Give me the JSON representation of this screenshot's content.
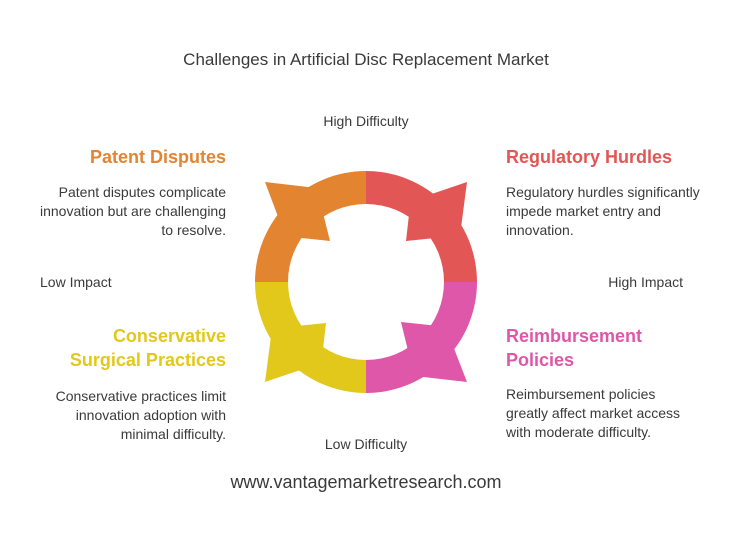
{
  "title": "Challenges in Artificial Disc Replacement Market",
  "axes": {
    "top": "High Difficulty",
    "bottom": "Low Difficulty",
    "left": "Low Impact",
    "right": "High Impact"
  },
  "quadrants": {
    "top_left": {
      "heading": "Patent Disputes",
      "description": "Patent disputes complicate innovation but are challenging to resolve.",
      "color": "#E38431"
    },
    "top_right": {
      "heading": "Regulatory Hurdles",
      "description": "Regulatory hurdles significantly impede market entry and innovation.",
      "color": "#E35656"
    },
    "bottom_left": {
      "heading_line1": "Conservative",
      "heading_line2": "Surgical Practices",
      "description": "Conservative practices limit innovation adoption with minimal difficulty.",
      "color": "#E2C81B"
    },
    "bottom_right": {
      "heading_line1": "Reimbursement",
      "heading_line2": "Policies",
      "description": "Reimbursement policies greatly affect market access with moderate difficulty.",
      "color": "#DE57A8"
    }
  },
  "footer": "www.vantagemarketresearch.com"
}
